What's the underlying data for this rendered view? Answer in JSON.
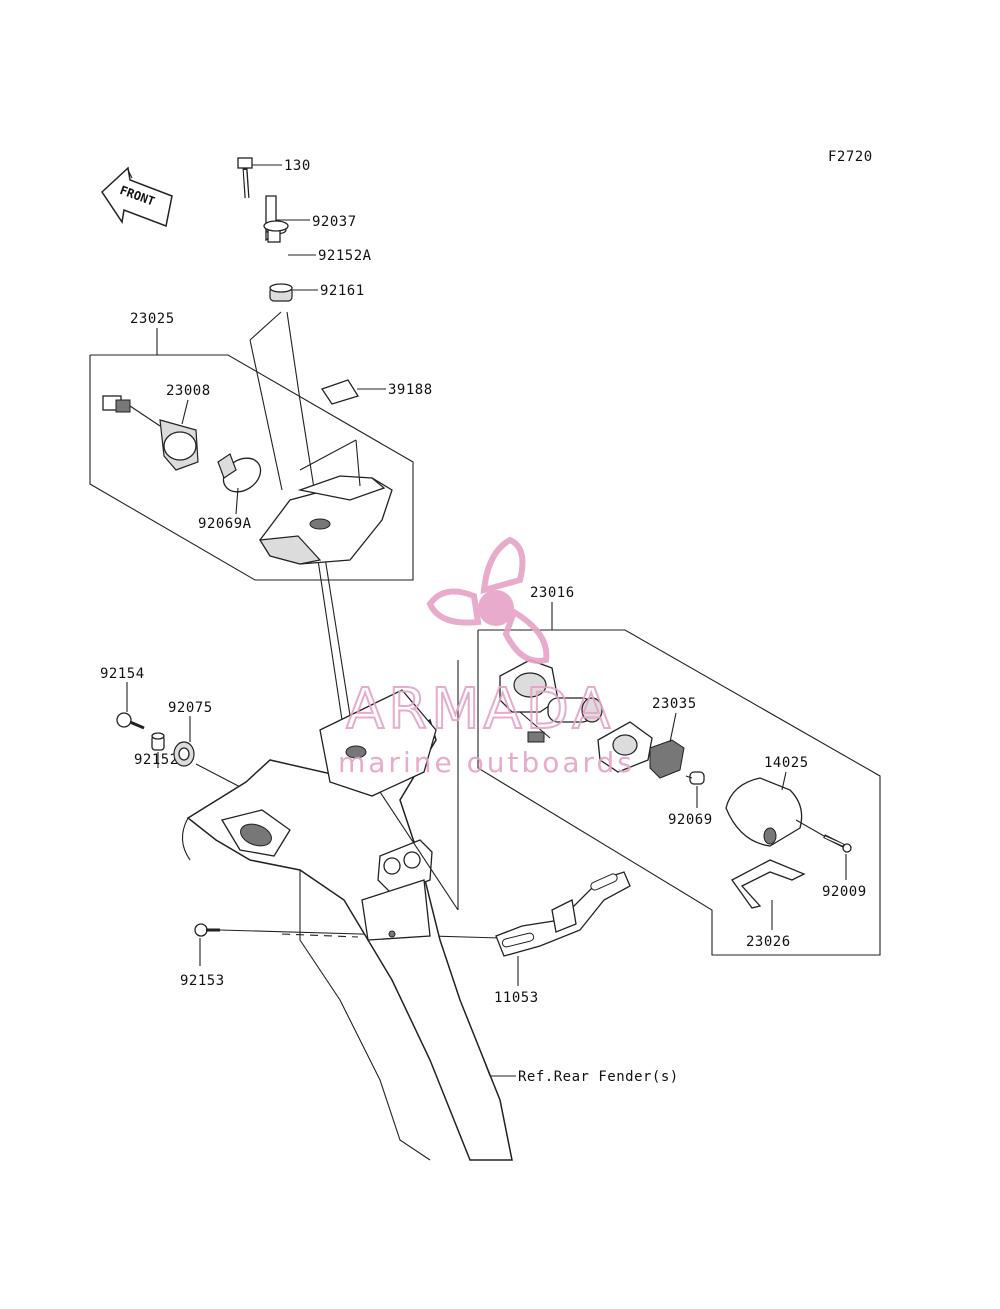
{
  "figure_code": "F2720",
  "front_arrow_label": "FRONT",
  "labels": {
    "p130": "130",
    "p92037": "92037",
    "p92152A": "92152A",
    "p92161": "92161",
    "p23025": "23025",
    "p23008": "23008",
    "p39188": "39188",
    "p92069A": "92069A",
    "p23016": "23016",
    "p23035": "23035",
    "p14025": "14025",
    "p92069": "92069",
    "p92009": "92009",
    "p23026": "23026",
    "p92154": "92154",
    "p92075": "92075",
    "p92152": "92152",
    "p92153": "92153",
    "p11053": "11053",
    "ref_rear_fender": "Ref.Rear Fender(s)"
  },
  "watermark": {
    "brand": "ARMADA",
    "tagline": "marine outboards",
    "color": "#e6a3c6"
  }
}
